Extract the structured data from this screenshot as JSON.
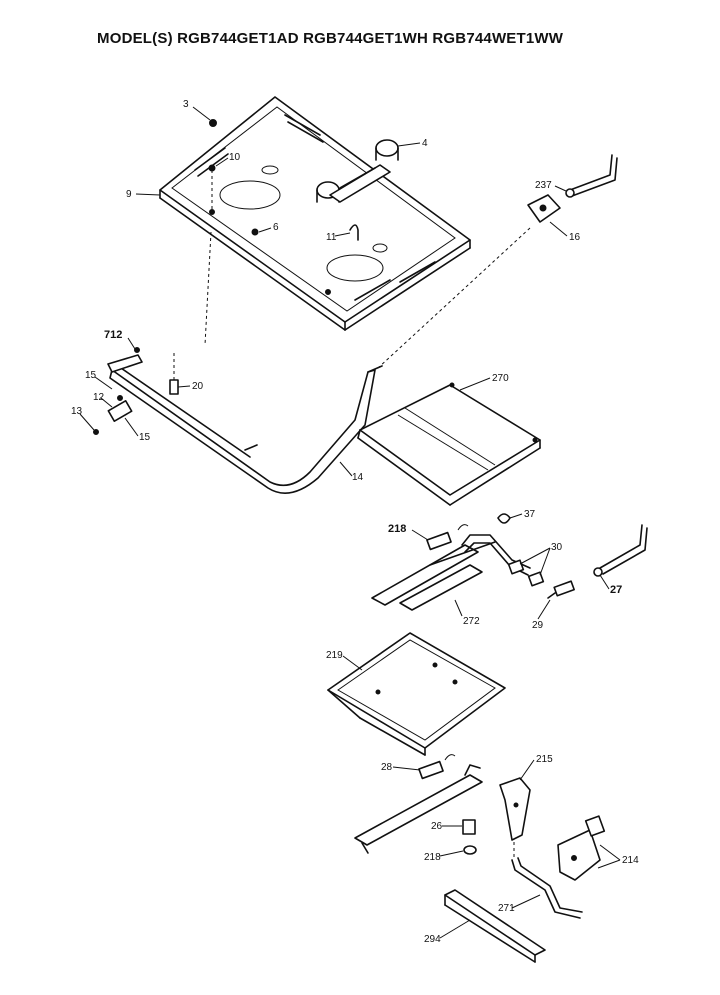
{
  "title": "MODEL(S) RGB744GET1AD  RGB744GET1WH  RGB744WET1WW",
  "callouts": {
    "c3": "3",
    "c4": "4",
    "c10": "10",
    "c9": "9",
    "c6": "6",
    "c11": "11",
    "c237": "237",
    "c16": "16",
    "c712": "712",
    "c15a": "15",
    "c20": "20",
    "c12": "12",
    "c13": "13",
    "c15b": "15",
    "c14": "14",
    "c270": "270",
    "c218a": "218",
    "c37": "37",
    "c30": "30",
    "c27": "27",
    "c272": "272",
    "c29": "29",
    "c219": "219",
    "c28": "28",
    "c215": "215",
    "c26": "26",
    "c218b": "218",
    "c214": "214",
    "c271": "271",
    "c294": "294"
  }
}
